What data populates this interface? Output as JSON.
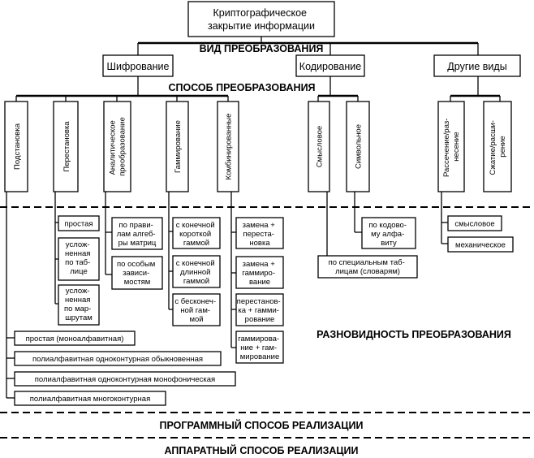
{
  "root": [
    "Криптографическое",
    "закрытие информации"
  ],
  "headings": {
    "kind": "ВИД ПРЕОБРАЗОВАНИЯ",
    "method": "СПОСОБ ПРЕОБРАЗОВАНИЯ",
    "variety": "РАЗНОВИДНОСТЬ ПРЕОБРАЗОВАНИЯ",
    "software": "ПРОГРАММНЫЙ СПОСОБ РЕАЛИЗАЦИИ",
    "hardware": "АППАРАТНЫЙ СПОСОБ РЕАЛИЗАЦИИ"
  },
  "kinds": [
    "Шифрование",
    "Кодирование",
    "Другие виды"
  ],
  "methods": {
    "substitution": "Подстановка",
    "permutation": "Перестановка",
    "analytic": [
      "Аналитическое",
      "преобразование"
    ],
    "gamma": "Гаммирование",
    "combined": "Комбинированные",
    "semantic": "Смысловое",
    "symbolic": "Символьное",
    "scatter": [
      "Рассечение/раз-",
      "несение"
    ],
    "compress": [
      "Сжатие/расши-",
      "рение"
    ]
  },
  "permutation_types": [
    [
      "простая"
    ],
    [
      "услож-",
      "ненная",
      "по таб-",
      "лице"
    ],
    [
      "услож-",
      "ненная",
      "по мар-",
      "шрутам"
    ]
  ],
  "analytic_types": [
    [
      "по прави-",
      "лам алгеб-",
      "ры матриц"
    ],
    [
      "по особым",
      "зависи-",
      "мостям"
    ]
  ],
  "gamma_types": [
    [
      "с конечной",
      "короткой",
      "гаммой"
    ],
    [
      "с конечной",
      "длинной",
      "гаммой"
    ],
    [
      "с бесконеч-",
      "ной гам-",
      "мой"
    ]
  ],
  "combined_types": [
    [
      "замена +",
      "переста-",
      "новка"
    ],
    [
      "замена +",
      "гаммиро-",
      "вание"
    ],
    [
      "перестанов-",
      "ка + гамми-",
      "рование"
    ],
    [
      "гаммирова-",
      "ние + гам-",
      "мирование"
    ]
  ],
  "coding_types": {
    "code_alphabet": [
      "по кодово-",
      "му алфа-",
      "виту"
    ],
    "dictionaries": [
      "по специальным таб-",
      "лицам (словарям)"
    ]
  },
  "other_types": [
    "смысловое",
    "механическое"
  ],
  "substitution_types": [
    "простая (моноалфавитная)",
    "полиалфавитная одноконтурная обыкновенная",
    "полиалфавитная одноконтурная монофоническая",
    "полиалфавитная многоконтурная"
  ]
}
